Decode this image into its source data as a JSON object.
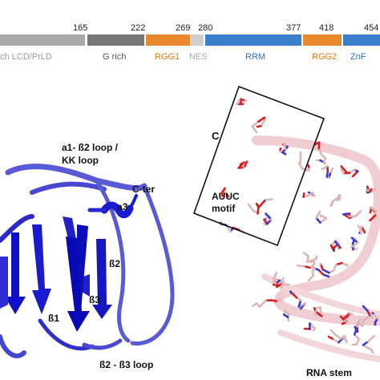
{
  "domain_bar": {
    "positions": [
      "165",
      "222",
      "269",
      "280",
      "377",
      "418",
      "454"
    ],
    "segments": [
      {
        "name": "ch LCD/PrLD",
        "color": "#a8a8a8",
        "text_color": "#9a9a9a"
      },
      {
        "name": "G rich",
        "color": "#777777",
        "text_color": "#555555"
      },
      {
        "name": "RGG1",
        "color": "#e8892e",
        "text_color": "#e07b1a"
      },
      {
        "name": "NES",
        "color": "#cfcfcf",
        "text_color": "#aaaaaa"
      },
      {
        "name": "RRM",
        "color": "#3b7fcc",
        "text_color": "#2f6fbf"
      },
      {
        "name": "RGG2",
        "color": "#e8892e",
        "text_color": "#e07b1a"
      },
      {
        "name": "ZnF",
        "color": "#3b7fcc",
        "text_color": "#2f6fbf"
      }
    ]
  },
  "protein_structure": {
    "labels": {
      "a1_b2_loop": "a1- ß2 loop /",
      "kk_loop": "KK loop",
      "c_ter": "C-ter",
      "a3": "a3",
      "b2": "ß2",
      "b3": "ß3",
      "b1": "ß1",
      "b2_b3_loop": "ß2 - ß3 loop"
    },
    "colors": {
      "dark": "#1010c8",
      "light": "#5a5ad8"
    }
  },
  "rna_structure": {
    "labels": {
      "c": "C",
      "motif_line1": "AUUC",
      "motif_line2": "motif",
      "stem": "RNA stem"
    },
    "colors": {
      "backbone": "#f0cdd2",
      "carbon": "#ddb7b7",
      "nitrogen": "#3a3ad0",
      "oxygen": "#d42020"
    }
  }
}
